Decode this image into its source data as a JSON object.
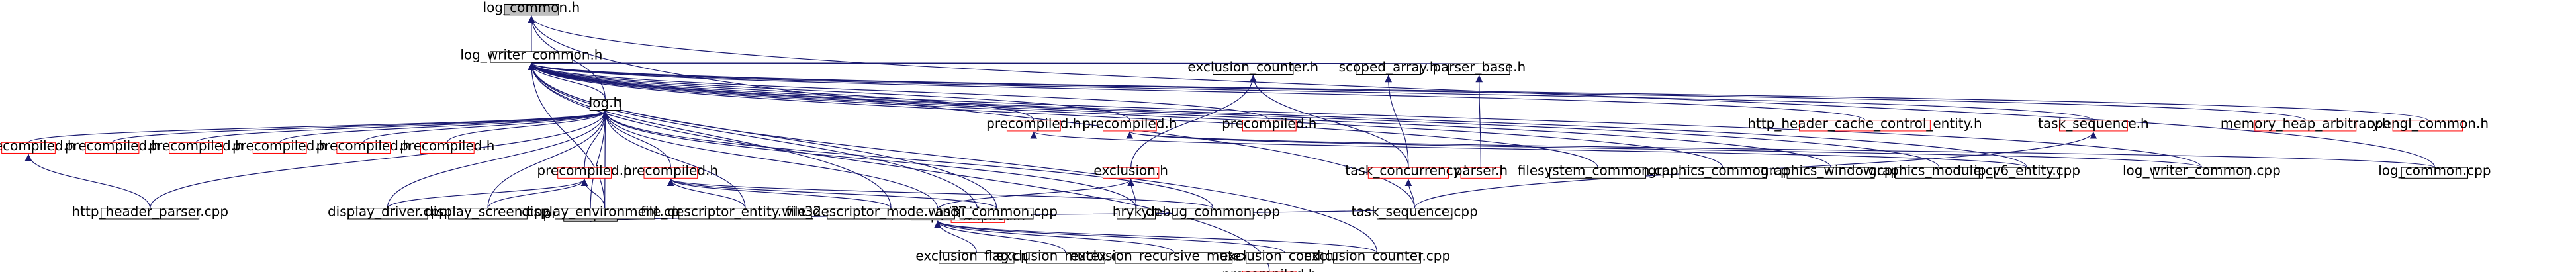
{
  "colors": {
    "normal_border": "#000000",
    "external_border": "#ff0000",
    "root_fill": "#bfbfbf",
    "node_fill": "#ffffff",
    "edge": "#191970",
    "external_text": "#ff0000",
    "text": "#000000"
  },
  "nodes": {
    "log_common_h": {
      "label": "log_common.h",
      "root": true
    },
    "log_writer_common_h": {
      "label": "log_writer_common.h"
    },
    "log_h": {
      "label": "log.h"
    },
    "pre1": {
      "label": "precompiled.h",
      "ext": true
    },
    "pre2": {
      "label": "precompiled.h",
      "ext": true
    },
    "pre3": {
      "label": "precompiled.h",
      "ext": true
    },
    "pre4": {
      "label": "precompiled.h",
      "ext": true
    },
    "pre5": {
      "label": "precompiled.h",
      "ext": true
    },
    "pre6": {
      "label": "precompiled.h",
      "ext": true
    },
    "pre7": {
      "label": "precompiled.h",
      "ext": true
    },
    "pre8": {
      "label": "precompiled.h",
      "ext": true
    },
    "pre9": {
      "label": "precompiled.h",
      "ext": true
    },
    "pre_main": {
      "label": "precompiled.h"
    },
    "pre_r1": {
      "label": "precompiled.h"
    },
    "pre_r2": {
      "label": "precompiled.h",
      "ext": true
    },
    "pre_r3": {
      "label": "precompiled.h",
      "ext": true
    },
    "pre_r4": {
      "label": "precompiled.h",
      "ext": true
    },
    "pre_r5": {
      "label": "precompiled.h",
      "ext": true
    },
    "http_header_parser_cpp": {
      "label": "http_header_parser.cpp"
    },
    "display_driver_cpp": {
      "label": "display_driver.cpp"
    },
    "display_screen_cpp": {
      "label": "display_screen.cpp"
    },
    "display_environment_cpp": {
      "label": "display_environment.cpp"
    },
    "fde_win32_cpp": {
      "label": "file_descriptor_entity.win32.cpp"
    },
    "fdm_win32_cpp": {
      "label": "file_descriptor_mode.win32.cpp"
    },
    "ascii_common_cpp": {
      "label": "ascii_common.cpp"
    },
    "exclusion_counter_h": {
      "label": "exclusion_counter.h"
    },
    "exclusion_h": {
      "label": "exclusion.h",
      "ext": true
    },
    "hryky_h": {
      "label": "hryky.h"
    },
    "debug_common_cpp": {
      "label": "debug_common.cpp"
    },
    "task_concurrency_h": {
      "label": "task_concurrency.h",
      "ext": true
    },
    "task_sequence_cpp": {
      "label": "task_sequence.cpp"
    },
    "scoped_array_h": {
      "label": "scoped_array.h"
    },
    "parser_base_h": {
      "label": "parser_base.h"
    },
    "parser_h": {
      "label": "parser.h",
      "ext": true
    },
    "filesystem_common_cpp": {
      "label": "filesystem_common.cpp"
    },
    "graphics_common_cpp": {
      "label": "graphics_common.cpp"
    },
    "graphics_window_cpp": {
      "label": "graphics_window.cpp"
    },
    "graphics_module_cpp": {
      "label": "graphics_module.cpp"
    },
    "http_header_cache_h": {
      "label": "http_header_cache_control_entity.h",
      "ext": true
    },
    "ip_v6_entity_cpp": {
      "label": "ip_v6_entity.cpp"
    },
    "task_sequence_h": {
      "label": "task_sequence.h",
      "ext": true
    },
    "log_writer_common_cpp": {
      "label": "log_writer_common.cpp"
    },
    "memory_heap_arbitrary_h": {
      "label": "memory_heap_arbitrary.h",
      "ext": true
    },
    "opengl_common_h": {
      "label": "opengl_common.h",
      "ext": true
    },
    "log_common_cpp": {
      "label": "log_common.cpp"
    },
    "exclusion_flag_cpp": {
      "label": "exclusion_flag.cpp"
    },
    "exclusion_mutex_cpp": {
      "label": "exclusion_mutex.cpp"
    },
    "exclusion_recursive_mutex_cpp": {
      "label": "exclusion_recursive_mutex.cpp"
    },
    "exclusion_cond_cpp": {
      "label": "exclusion_cond.cpp"
    },
    "exclusion_counter_cpp": {
      "label": "exclusion_counter.cpp"
    }
  }
}
